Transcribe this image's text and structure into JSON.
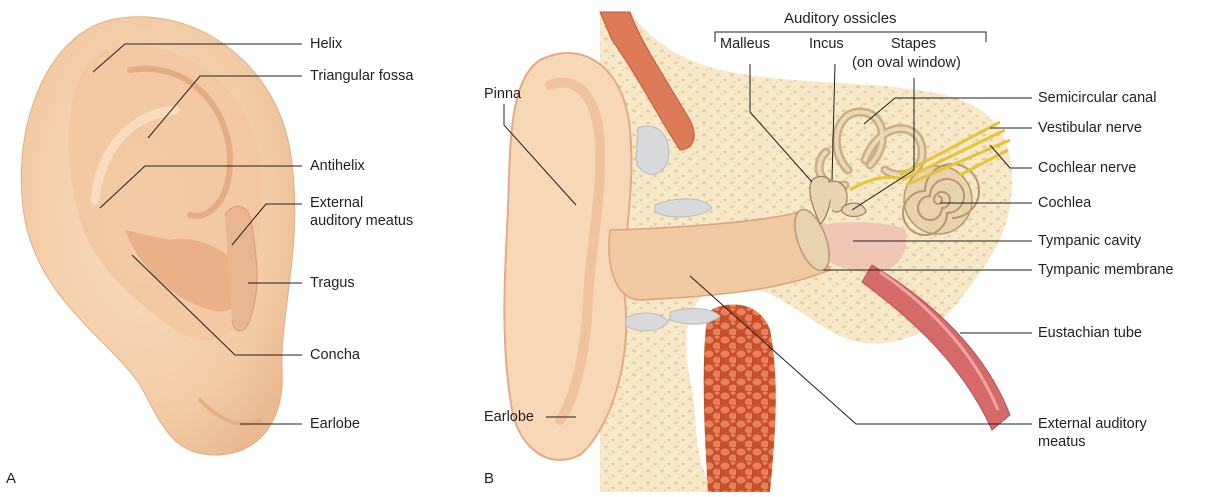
{
  "panels": {
    "a": {
      "letter": "A",
      "labels": {
        "helix": "Helix",
        "triangular_fossa": "Triangular fossa",
        "antihelix": "Antihelix",
        "external_auditory_meatus_1": "External",
        "external_auditory_meatus_2": "auditory meatus",
        "tragus": "Tragus",
        "concha": "Concha",
        "earlobe": "Earlobe"
      }
    },
    "b": {
      "letter": "B",
      "labels": {
        "auditory_ossicles": "Auditory ossicles",
        "malleus": "Malleus",
        "incus": "Incus",
        "stapes_1": "Stapes",
        "stapes_2": "(on oval window)",
        "pinna": "Pinna",
        "semicircular_canal": "Semicircular canal",
        "vestibular_nerve": "Vestibular nerve",
        "cochlear_nerve": "Cochlear nerve",
        "cochlea": "Cochlea",
        "tympanic_cavity": "Tympanic cavity",
        "tympanic_membrane": "Tympanic membrane",
        "eustachian_tube": "Eustachian tube",
        "earlobe": "Earlobe",
        "external_auditory_meatus_1": "External auditory",
        "external_auditory_meatus_2": "meatus"
      }
    }
  },
  "colors": {
    "skin": "#f6d4b1",
    "skin_shadow": "#e8b58c",
    "cartilage": "#f3e3c4",
    "bone": "#f5e6c3",
    "bone_dots": "#e5cf9c",
    "muscle": "#e88a66",
    "tube": "#d96b6b",
    "cochlea": "#e9d3b0",
    "nerve": "#f2d34a",
    "line": "#231f20"
  }
}
